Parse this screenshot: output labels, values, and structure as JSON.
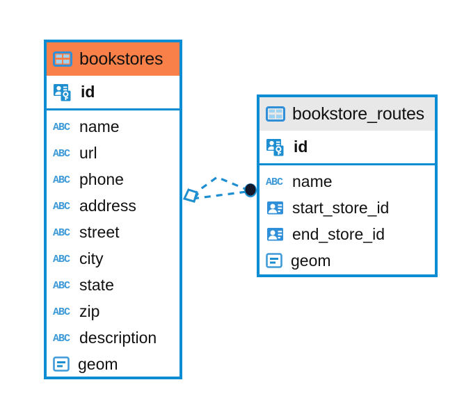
{
  "diagram": {
    "type": "entity-relationship-diagram",
    "background": "#ffffff",
    "accent_blue": "#0b8cd3",
    "header_orange": "#f98048",
    "header_gray": "#e8e8e8",
    "endpoint_dark": "#14182b"
  },
  "entities": [
    {
      "name": "bookstores",
      "header_color": "#f98048",
      "icon": "table-icon",
      "primary_key": {
        "label": "id",
        "icon": "primary-key-icon"
      },
      "fields": [
        {
          "label": "name",
          "icon": "abc-text-icon"
        },
        {
          "label": "url",
          "icon": "abc-text-icon"
        },
        {
          "label": "phone",
          "icon": "abc-text-icon"
        },
        {
          "label": "address",
          "icon": "abc-text-icon"
        },
        {
          "label": "street",
          "icon": "abc-text-icon"
        },
        {
          "label": "city",
          "icon": "abc-text-icon"
        },
        {
          "label": "state",
          "icon": "abc-text-icon"
        },
        {
          "label": "zip",
          "icon": "abc-text-icon"
        },
        {
          "label": "description",
          "icon": "abc-text-icon"
        },
        {
          "label": "geom",
          "icon": "geometry-icon"
        }
      ]
    },
    {
      "name": "bookstore_routes",
      "header_color": "#e8e8e8",
      "icon": "table-icon",
      "primary_key": {
        "label": "id",
        "icon": "primary-key-icon"
      },
      "fields": [
        {
          "label": "name",
          "icon": "abc-text-icon"
        },
        {
          "label": "start_store_id",
          "icon": "foreign-key-icon"
        },
        {
          "label": "end_store_id",
          "icon": "foreign-key-icon"
        },
        {
          "label": "geom",
          "icon": "geometry-icon"
        }
      ]
    }
  ],
  "relationship": {
    "source_entity": "bookstores",
    "target_entity": "bookstore_routes",
    "source_marker": "diamond-marker",
    "target_marker": "filled-circle-marker",
    "line_style": "dashed",
    "line_color": "#0b8cd3"
  }
}
